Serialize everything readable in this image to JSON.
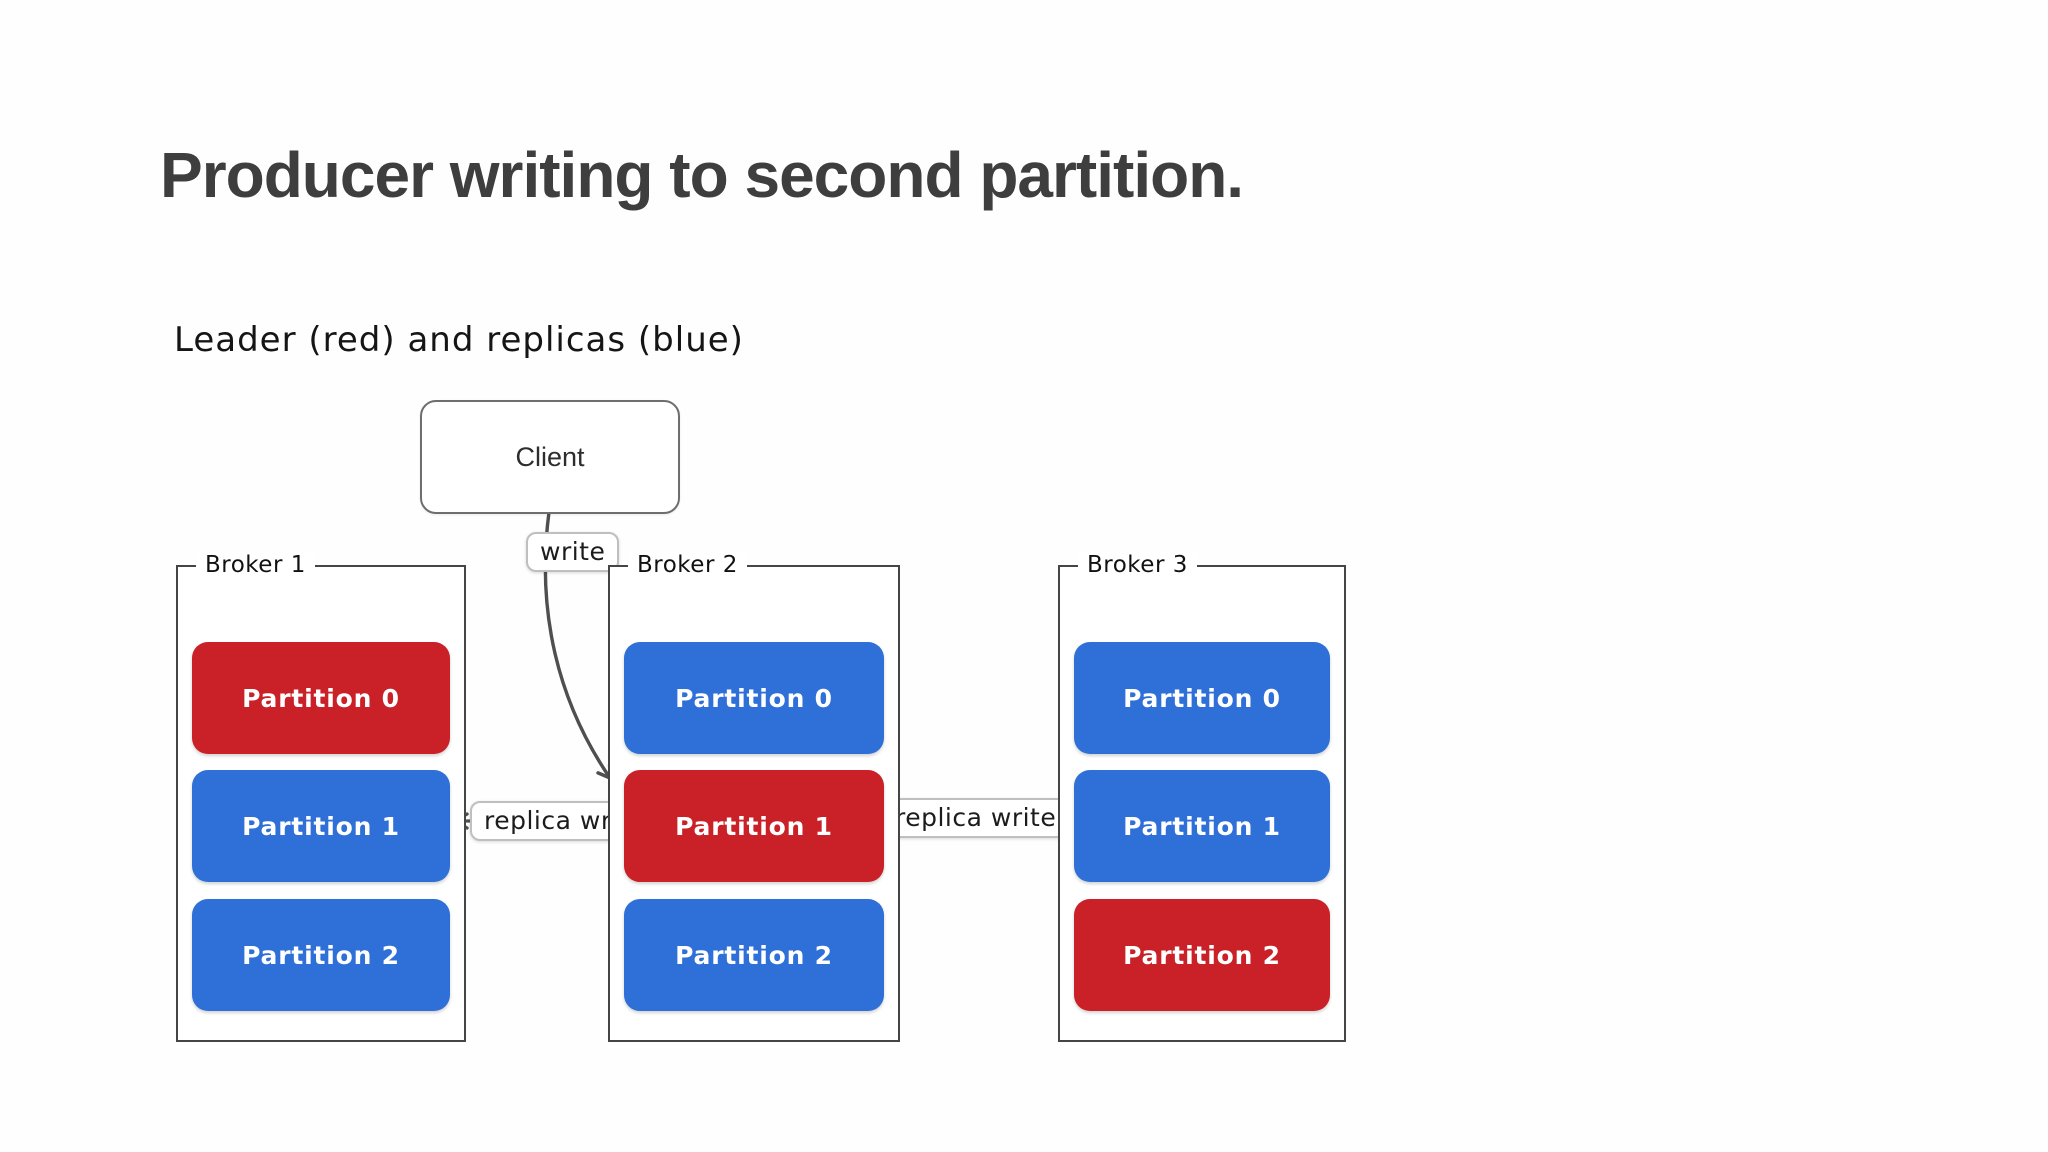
{
  "page": {
    "title": "Producer writing to second partition."
  },
  "diagram": {
    "subtitle": "Leader (red) and replicas (blue)",
    "client": {
      "label": "Client"
    },
    "arrows": {
      "write_label": "write",
      "replica_write_left_label": "replica write",
      "replica_write_right_label": "replica write"
    },
    "colors": {
      "leader_red": "#c92127",
      "replica_blue": "#2e70d8",
      "arrow_gray": "#4f4f4f",
      "title_gray": "#3e3e3e"
    },
    "legend_meaning": {
      "leader": "red",
      "replicas": "blue"
    },
    "brokers": [
      {
        "label": "Broker 1",
        "partitions": [
          {
            "label": "Partition 0",
            "role": "leader"
          },
          {
            "label": "Partition 1",
            "role": "replica"
          },
          {
            "label": "Partition 2",
            "role": "replica"
          }
        ]
      },
      {
        "label": "Broker 2",
        "partitions": [
          {
            "label": "Partition 0",
            "role": "replica"
          },
          {
            "label": "Partition 1",
            "role": "leader"
          },
          {
            "label": "Partition 2",
            "role": "replica"
          }
        ]
      },
      {
        "label": "Broker 3",
        "partitions": [
          {
            "label": "Partition 0",
            "role": "replica"
          },
          {
            "label": "Partition 1",
            "role": "replica"
          },
          {
            "label": "Partition 2",
            "role": "leader"
          }
        ]
      }
    ]
  }
}
